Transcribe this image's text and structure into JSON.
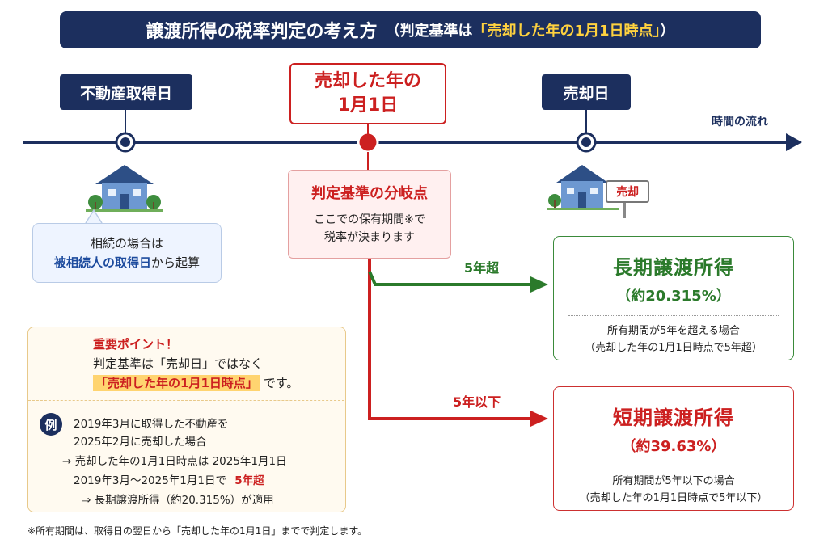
{
  "title": {
    "main": "譲渡所得の税率判定の考え方",
    "paren_open": "（判定基準は",
    "highlight": "「売却した年の1月1日時点」",
    "paren_close": "）"
  },
  "timeline": {
    "acquisition_label": "不動産取得日",
    "jan1_label_line1": "売却した年の",
    "jan1_label_line2": "1月1日",
    "sale_label": "売却日",
    "flow_label": "時間の流れ",
    "sale_sign": "売却"
  },
  "branch": {
    "title": "判定基準の分岐点",
    "desc_line1": "ここでの保有期間※で",
    "desc_line2": "税率が決まります"
  },
  "inheritance": {
    "line1": "相続の場合は",
    "line2_bold": "被相続人の取得日",
    "line2_rest": "から起算"
  },
  "branches": {
    "over_5": "5年超",
    "under_5": "5年以下"
  },
  "long_term": {
    "title": "長期譲渡所得",
    "rate": "（約20.315%）",
    "desc_line1": "所有期間が5年を超える場合",
    "desc_line2": "（売却した年の1月1日時点で5年超）"
  },
  "short_term": {
    "title": "短期譲渡所得",
    "rate": "（約39.63%）",
    "desc_line1": "所有期間が5年以下の場合",
    "desc_line2": "（売却した年の1月1日時点で5年以下）"
  },
  "important": {
    "heading": "重要ポイント！",
    "line1": "判定基準は「売却日」ではなく",
    "line2_highlight": "「売却した年の1月1日時点」",
    "line2_rest": "です。"
  },
  "example": {
    "badge": "例",
    "line1": "2019年3月に取得した不動産を",
    "line2": "2025年2月に売却した場合",
    "line3": "→ 売却した年の1月1日時点は 2025年1月1日",
    "line4_a": "2019年3月～2025年1月1日で",
    "line4_b": "5年超",
    "line5": "⇒ 長期譲渡所得（約20.315%）が適用"
  },
  "footnote": "※所有期間は、取得日の翌日から「売却した年の1月1日」までで判定します。",
  "colors": {
    "navy": "#1c2f5e",
    "red": "#cc2020",
    "green": "#2b7a2b",
    "highlight_yellow": "#ffd23f"
  }
}
